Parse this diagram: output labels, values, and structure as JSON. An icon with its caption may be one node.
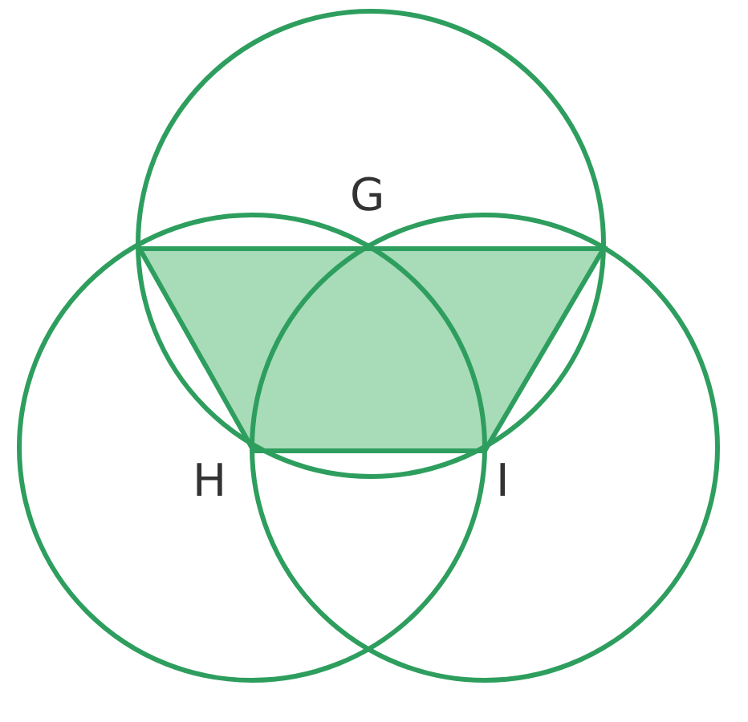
{
  "diagram": {
    "labels": [
      "G",
      "H",
      "I"
    ]
  }
}
